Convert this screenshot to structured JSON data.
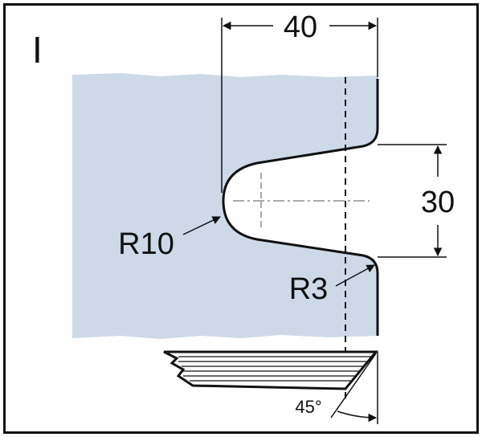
{
  "view_label": "I",
  "dimensions": {
    "width": "40",
    "height": "30",
    "radius_large": "R10",
    "radius_small": "R3",
    "angle": "45°"
  },
  "colors": {
    "fill": "#cdd9e6",
    "stroke": "#111111",
    "background": "#ffffff"
  }
}
